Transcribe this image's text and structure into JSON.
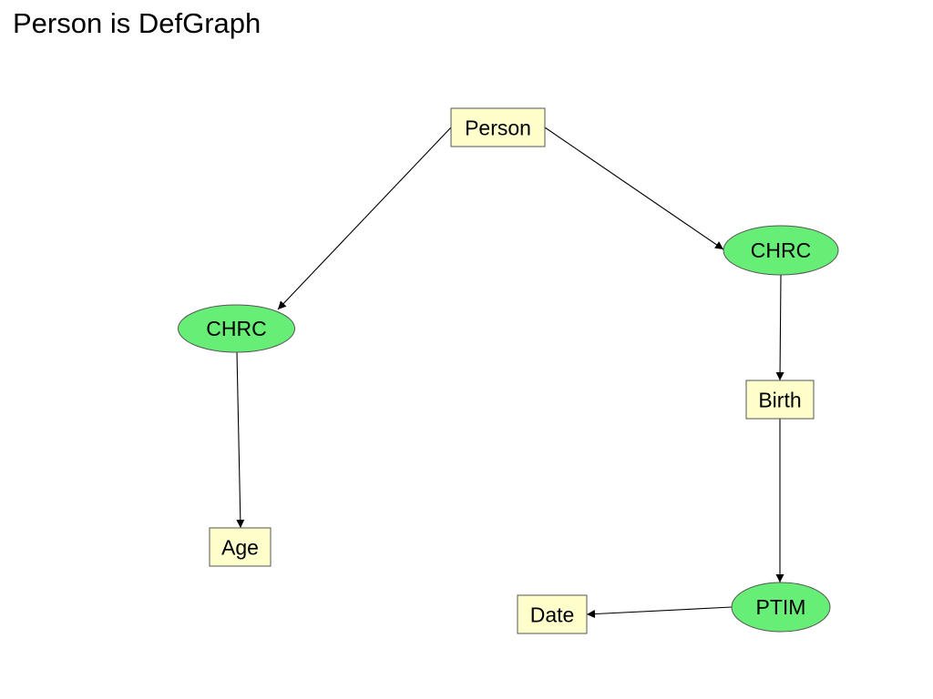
{
  "title": "Person is DefGraph",
  "colors": {
    "concept_fill": "#ffffcc",
    "relation_fill": "#66ee77",
    "outline": "#555555",
    "edge": "#000000"
  },
  "nodes": {
    "person": {
      "label": "Person",
      "kind": "concept"
    },
    "chrc_left": {
      "label": "CHRC",
      "kind": "relation"
    },
    "chrc_right": {
      "label": "CHRC",
      "kind": "relation"
    },
    "age": {
      "label": "Age",
      "kind": "concept"
    },
    "birth": {
      "label": "Birth",
      "kind": "concept"
    },
    "ptim": {
      "label": "PTIM",
      "kind": "relation"
    },
    "date": {
      "label": "Date",
      "kind": "concept"
    }
  },
  "edges": [
    {
      "from": "person",
      "to": "chrc_left"
    },
    {
      "from": "person",
      "to": "chrc_right"
    },
    {
      "from": "chrc_left",
      "to": "age"
    },
    {
      "from": "chrc_right",
      "to": "birth"
    },
    {
      "from": "birth",
      "to": "ptim"
    },
    {
      "from": "ptim",
      "to": "date"
    }
  ]
}
